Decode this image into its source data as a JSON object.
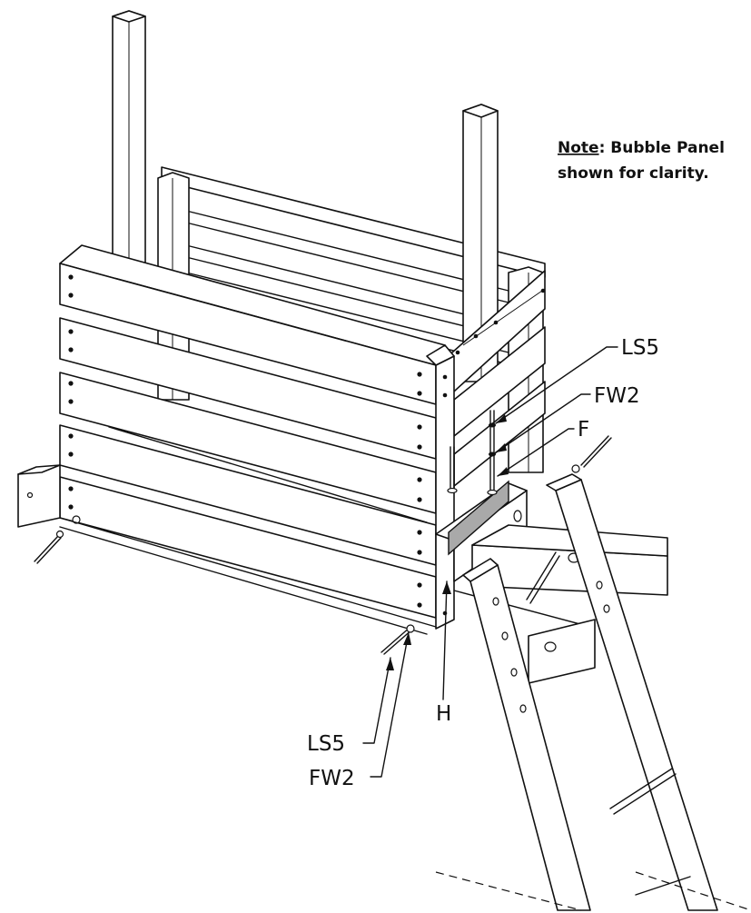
{
  "note": {
    "label": "Note",
    "rest_line1": ": Bubble Panel",
    "line2": "shown for clarity."
  },
  "callouts": {
    "ls5_top": "LS5",
    "fw2_top": "FW2",
    "f": "F",
    "h": "H",
    "ls5_bottom": "LS5",
    "fw2_bottom": "FW2"
  }
}
